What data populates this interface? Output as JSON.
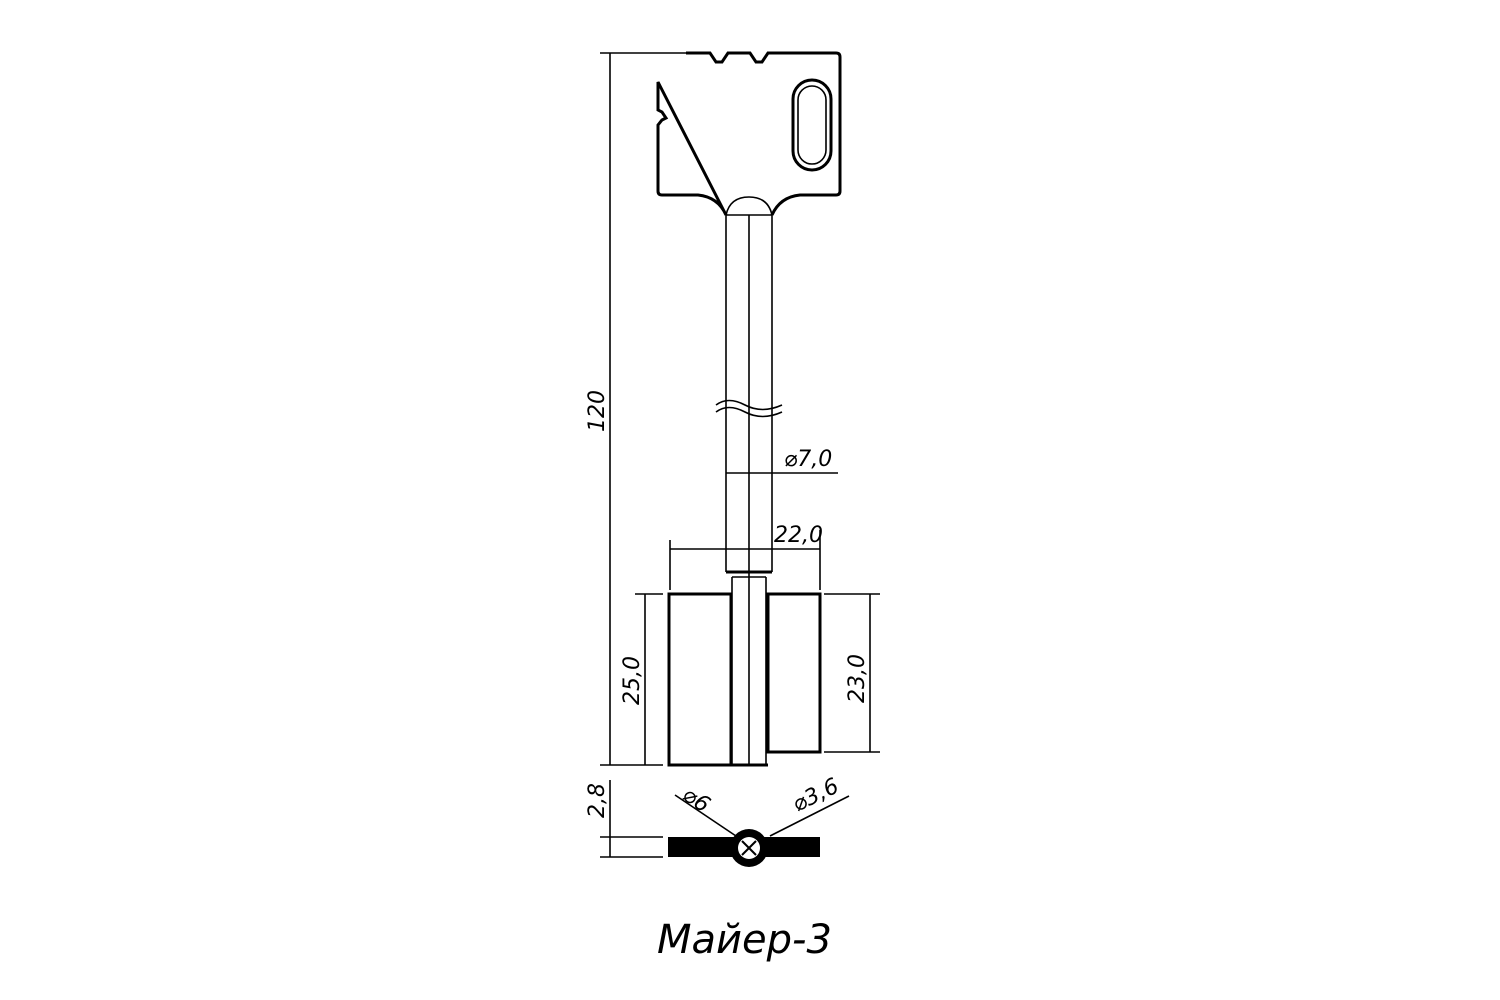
{
  "drawing": {
    "title": "Майер-3",
    "dimensions": {
      "overall_length": "120",
      "shaft_diameter": "⌀7,0",
      "bit_width": "22,0",
      "left_bit_height": "25,0",
      "right_bit_height": "23,0",
      "bit_thickness": "2,8",
      "pin_outer_diameter": "⌀6",
      "pin_inner_diameter": "⌀3,6"
    }
  }
}
